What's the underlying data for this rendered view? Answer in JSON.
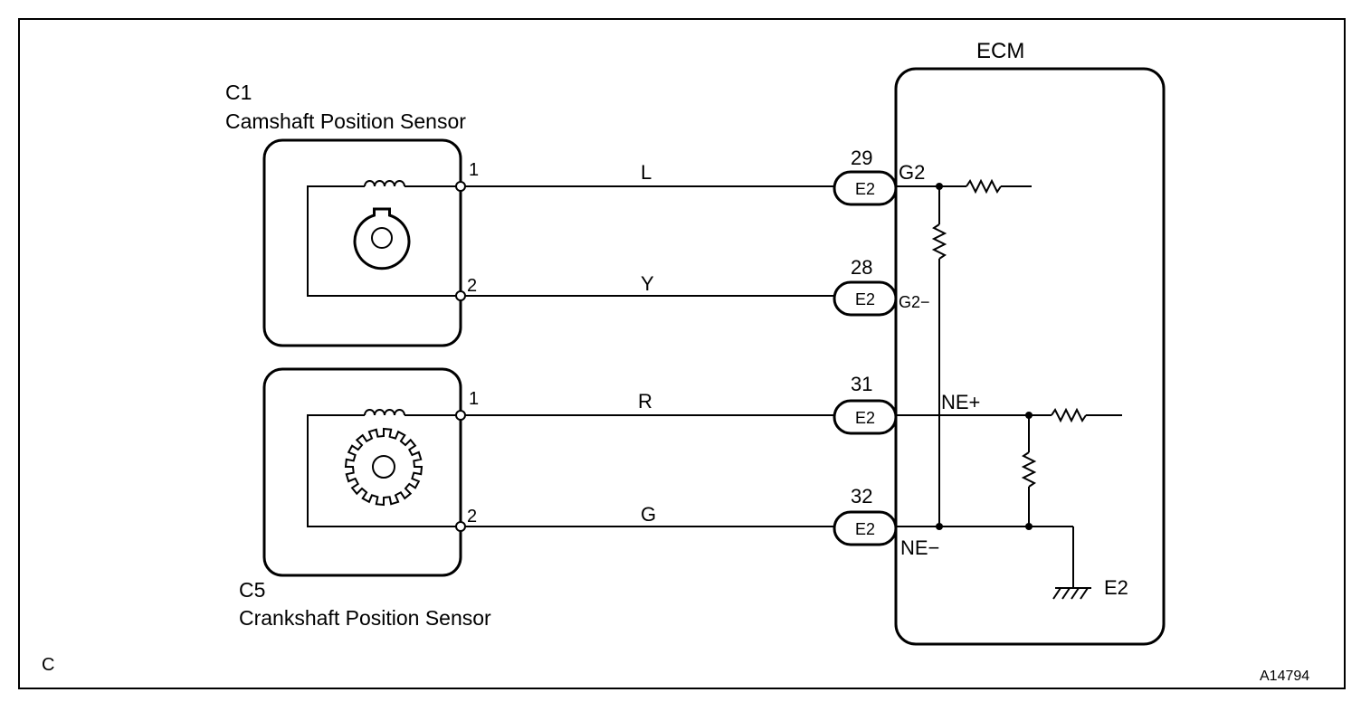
{
  "ecm": {
    "title": "ECM"
  },
  "sensors": {
    "cam": {
      "id": "C1",
      "name": "Camshaft Position Sensor",
      "pin1": "1",
      "pin2": "2"
    },
    "crank": {
      "id": "C5",
      "name": "Crankshaft Position Sensor",
      "pin1": "1",
      "pin2": "2"
    }
  },
  "wires": [
    {
      "color_code": "L",
      "ecm_pin": "29",
      "connector": "E2",
      "terminal": "G2"
    },
    {
      "color_code": "Y",
      "ecm_pin": "28",
      "connector": "E2",
      "terminal": "G2−"
    },
    {
      "color_code": "R",
      "ecm_pin": "31",
      "connector": "E2",
      "terminal": "NE+"
    },
    {
      "color_code": "G",
      "ecm_pin": "32",
      "connector": "E2",
      "terminal": "NE−"
    }
  ],
  "ground": {
    "label": "E2"
  },
  "footer": {
    "corner_letter": "C",
    "figure_id": "A14794"
  }
}
